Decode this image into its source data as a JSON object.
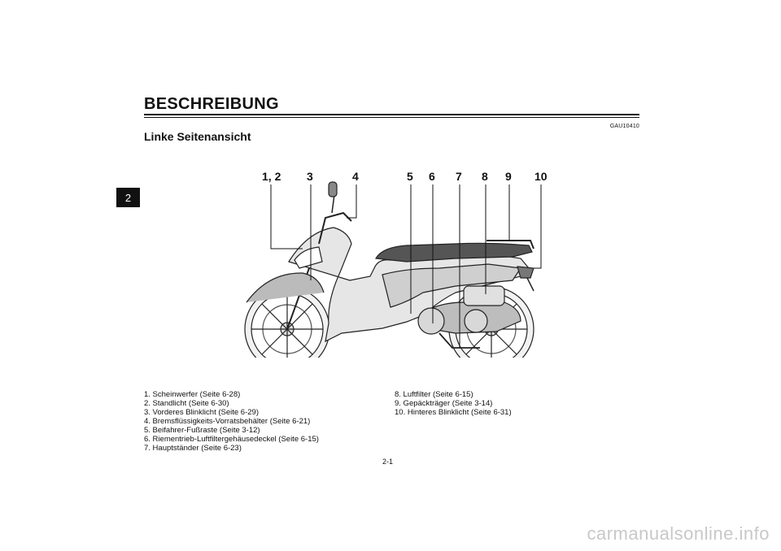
{
  "chapter_tab": "2",
  "header": {
    "title": "BESCHREIBUNG",
    "code": "GAU10410",
    "subtitle": "Linke Seitenansicht"
  },
  "figure": {
    "callouts": [
      "1, 2",
      "3",
      "4",
      "5",
      "6",
      "7",
      "8",
      "9",
      "10"
    ]
  },
  "legend": {
    "left": [
      "1. Scheinwerfer (Seite 6-28)",
      "2. Standlicht (Seite 6-30)",
      "3. Vorderes Blinklicht (Seite 6-29)",
      "4. Bremsflüssigkeits-Vorratsbehälter (Seite 6-21)",
      "5. Beifahrer-Fußraste (Seite 3-12)",
      "6. Riementrieb-Luftfiltergehäusedeckel (Seite 6-15)",
      "7. Hauptständer (Seite 6-23)"
    ],
    "right": [
      "8. Luftfilter (Seite 6-15)",
      "9. Gepäckträger (Seite 3-14)",
      "10. Hinteres Blinklicht (Seite 6-31)"
    ]
  },
  "page_number": "2-1",
  "watermark": "carmanualsonline.info"
}
